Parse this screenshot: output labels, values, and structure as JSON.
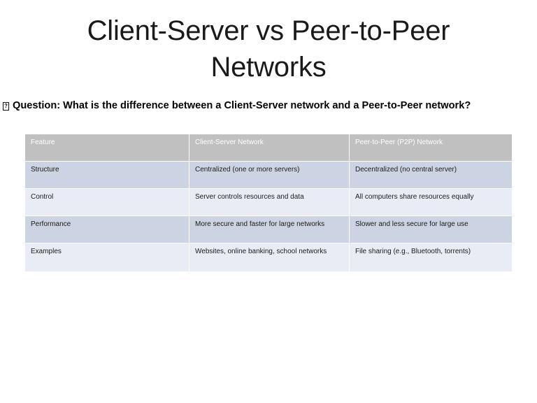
{
  "slide": {
    "title": "Client-Server vs Peer-to-Peer Networks",
    "background_color": "#ffffff"
  },
  "question": {
    "bullet_icon": "missing-glyph-box",
    "bullet_char": "?",
    "text": "Question: What is the difference between a Client-Server network and a Peer-to-Peer network?"
  },
  "table": {
    "header_bg": "#c0c0c0",
    "header_text_color": "#ffffff",
    "row_odd_bg": "#ccd3e2",
    "row_even_bg": "#e9ecf5",
    "columns": [
      "Feature",
      "Client-Server Network",
      "Peer-to-Peer (P2P) Network"
    ],
    "rows": [
      {
        "feature": "Structure",
        "client_server": "Centralized (one or more servers)",
        "peer_to_peer": "Decentralized (no central server)"
      },
      {
        "feature": "Control",
        "client_server": "Server controls resources and data",
        "peer_to_peer": "All computers share resources equally"
      },
      {
        "feature": "Performance",
        "client_server": "More secure and faster for large networks",
        "peer_to_peer": "Slower and less secure for large use"
      },
      {
        "feature": "Examples",
        "client_server": "Websites, online banking, school networks",
        "peer_to_peer": "File sharing (e.g., Bluetooth, torrents)"
      }
    ]
  }
}
